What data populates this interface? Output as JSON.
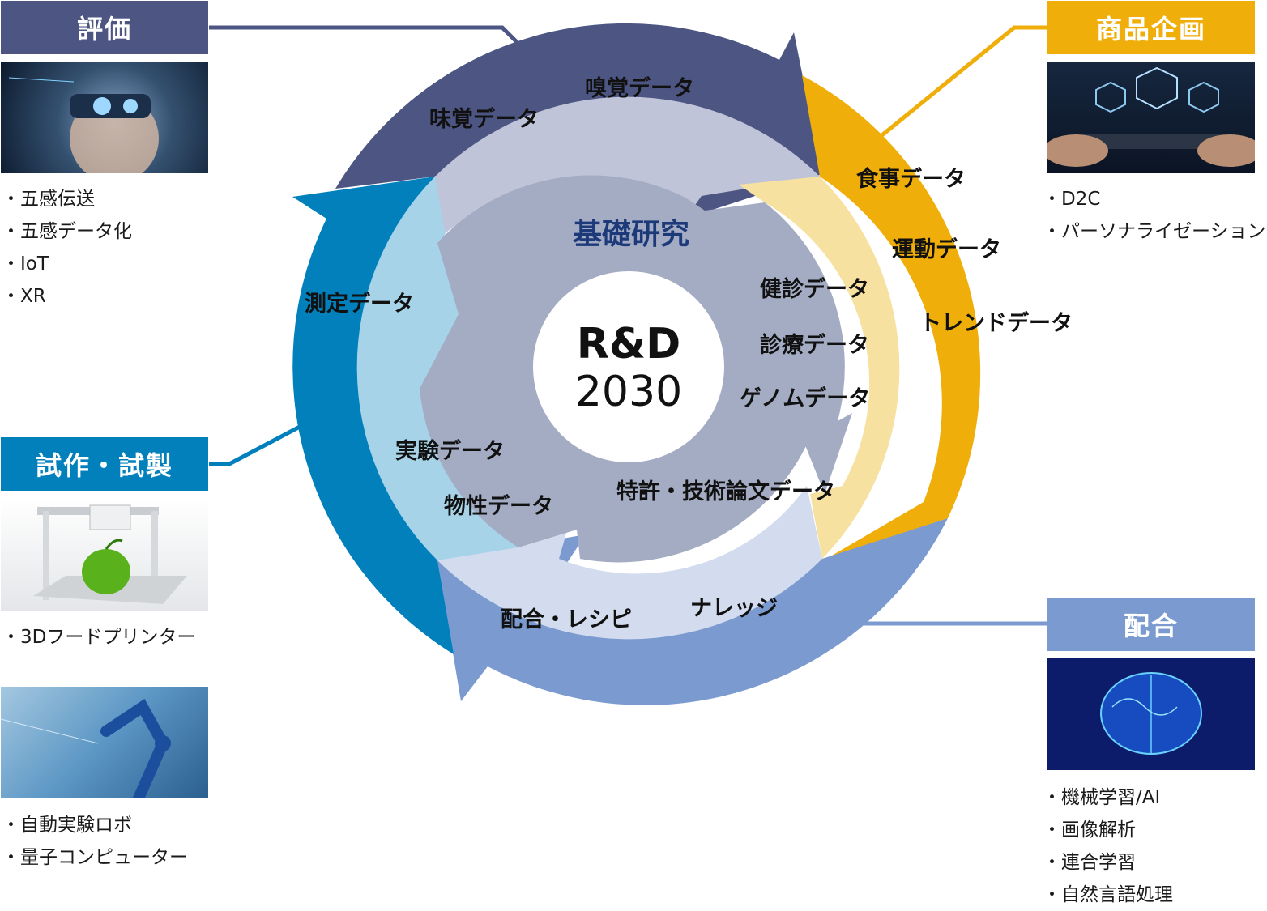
{
  "center": {
    "line1": "R&D",
    "line2": "2030",
    "core_label": "基礎研究"
  },
  "colors": {
    "eval": "#4d5683",
    "plan": "#efae0a",
    "mix": "#7b9bd0",
    "proto": "#0180bc",
    "inner_grey": "#a4acc3",
    "inner_lavender": "#c0c4d8",
    "inner_cream": "#f7e1a1",
    "inner_lightblue": "#a7d3e8",
    "inner_pale": "#d3dcef",
    "core_text": "#1c3a7a"
  },
  "panels": {
    "eval": {
      "title": "評価",
      "image": "vr-headset-woman",
      "items": [
        "五感伝送",
        "五感データ化",
        "IoT",
        "XR"
      ]
    },
    "plan": {
      "title": "商品企画",
      "image": "tablet-network-people",
      "items": [
        "D2C",
        "パーソナライゼーション"
      ]
    },
    "proto": {
      "title": "試作・試製",
      "image": "3d-food-printer-apple",
      "items": [
        "3Dフードプリンター"
      ]
    },
    "robot": {
      "image": "robot-arm-digital",
      "items": [
        "自動実験ロボ",
        "量子コンピューター"
      ]
    },
    "mix": {
      "title": "配合",
      "image": "digital-brain",
      "items": [
        "機械学習/AI",
        "画像解析",
        "連合学習",
        "自然言語処理"
      ]
    }
  },
  "ring_labels": {
    "smell": "嗅覚データ",
    "taste": "味覚データ",
    "meal": "食事データ",
    "exercise": "運動データ",
    "trend": "トレンドデータ",
    "checkup": "健診データ",
    "medical": "診療データ",
    "genome": "ゲノムデータ",
    "measure": "測定データ",
    "experiment": "実験データ",
    "property": "物性データ",
    "patent": "特許・技術論文データ",
    "recipe": "配合・レシピ",
    "knowledge": "ナレッジ"
  }
}
